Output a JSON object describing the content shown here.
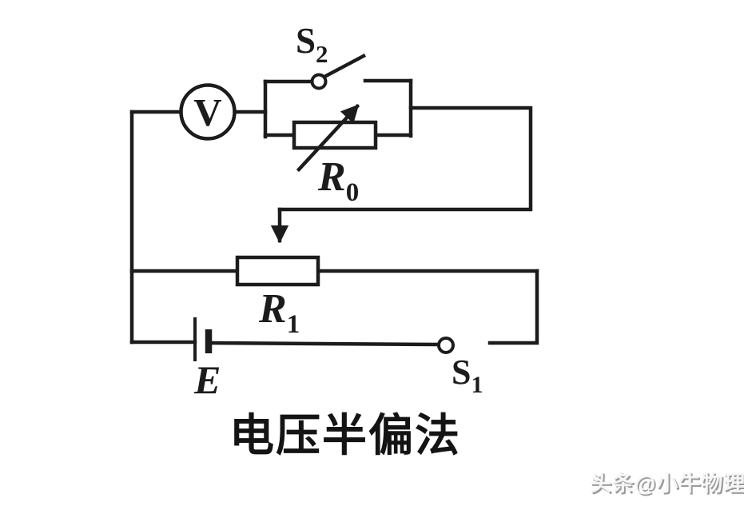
{
  "diagram": {
    "caption": "电压半偏法",
    "watermark": "头条@小牛物理",
    "components": {
      "voltmeter": {
        "label": "V"
      },
      "switch_s2": {
        "label": "S",
        "sub": "2"
      },
      "resistor_r0": {
        "label": "R",
        "sub": "0"
      },
      "rheostat_r1": {
        "label": "R",
        "sub": "1"
      },
      "battery": {
        "label": "E"
      },
      "switch_s1": {
        "label": "S",
        "sub": "1"
      }
    },
    "colors": {
      "line": "#1c1c1c",
      "background": "#ffffff",
      "watermark": "#9b9b9b"
    }
  }
}
